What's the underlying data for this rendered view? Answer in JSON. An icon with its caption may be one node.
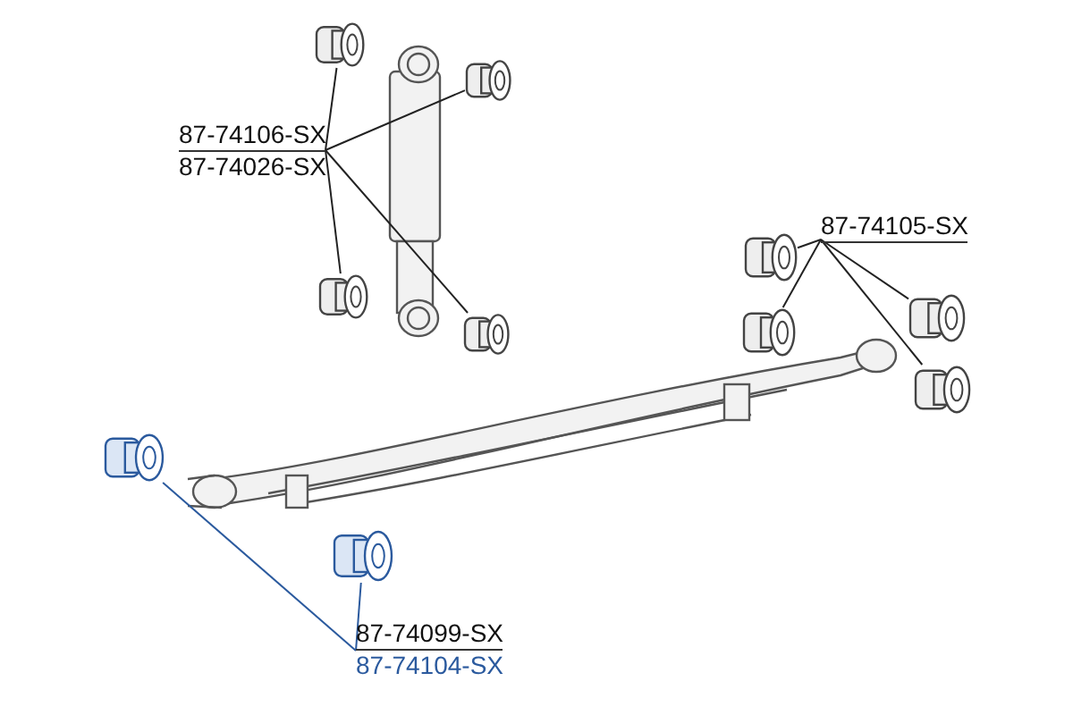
{
  "diagram": {
    "nodes": [
      {
        "text": [
          "87-74106-SX",
          "87-74026-SX"
        ]
      },
      {
        "text": [],
        "shape": "picture"
      },
      {
        "text": [],
        "shape": "picture"
      },
      {
        "text": [],
        "shape": "picture"
      },
      {
        "text": [],
        "shape": "picture"
      },
      {
        "text": [
          "87-74105-SX"
        ]
      },
      {
        "text": [],
        "shape": "picture"
      },
      {
        "text": [],
        "shape": "picture"
      },
      {
        "text": [],
        "shape": "picture"
      },
      {
        "text": [],
        "shape": "picture"
      },
      {
        "text": [
          "87-74099-SX",
          "87-74104-SX"
        ]
      },
      {
        "text": [],
        "shape": "picture"
      },
      {
        "text": [],
        "shape": "picture"
      }
    ],
    "edges": [
      {
        "from": 0,
        "to": 1,
        "arrow": "none"
      },
      {
        "from": 0,
        "to": 2,
        "arrow": "none"
      },
      {
        "from": 0,
        "to": 3,
        "arrow": "none"
      },
      {
        "from": 0,
        "to": 4,
        "arrow": "none"
      },
      {
        "from": 5,
        "to": 6,
        "arrow": "none"
      },
      {
        "from": 5,
        "to": 7,
        "arrow": "none"
      },
      {
        "from": 5,
        "to": 8,
        "arrow": "none"
      },
      {
        "from": 5,
        "to": 9,
        "arrow": "none"
      },
      {
        "from": 10,
        "to": 11,
        "arrow": "none",
        "color": "#2b5a9e"
      },
      {
        "from": 10,
        "to": 12,
        "arrow": "none",
        "color": "#2b5a9e"
      }
    ]
  }
}
